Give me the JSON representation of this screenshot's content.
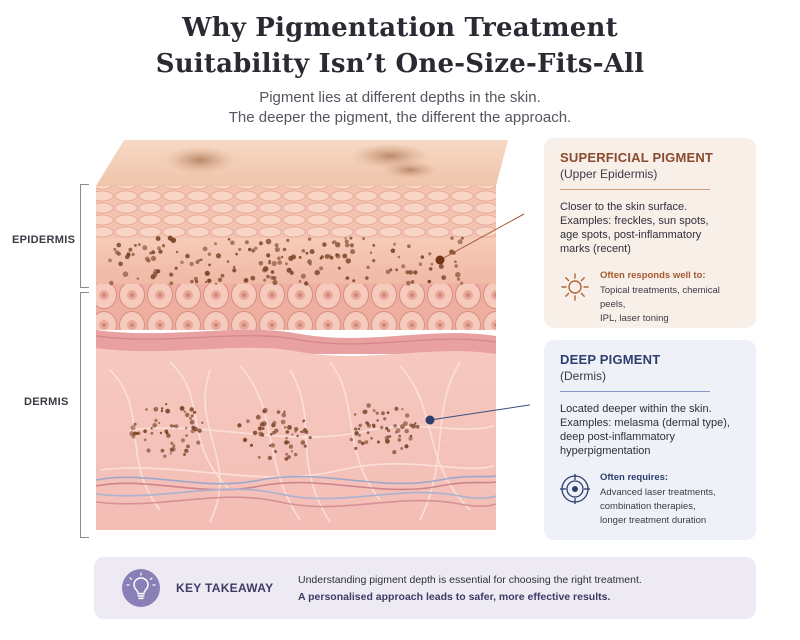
{
  "header": {
    "title_lines": [
      "Why Pigmentation Treatment",
      "Suitability Isn’t One-Size-Fits-All"
    ],
    "subtitle_lines": [
      "Pigment lies at different depths in the skin.",
      "The deeper the pigment, the different the approach."
    ]
  },
  "layers": {
    "epidermis_label": "EPIDERMIS",
    "dermis_label": "DERMIS"
  },
  "superficial": {
    "title": "SUPERFICIAL PIGMENT",
    "subtitle": "(Upper Epidermis)",
    "desc_lines": [
      "Closer to the skin surface.",
      "Examples: freckles, sun spots,",
      "age spots, post-inflammatory",
      "marks (recent)"
    ],
    "resp_label": "Often responds well to:",
    "resp_lines": [
      "Topical treatments, chemical peels,",
      "IPL, laser toning"
    ],
    "icon": "sun-icon"
  },
  "deep": {
    "title": "DEEP PIGMENT",
    "subtitle": "(Dermis)",
    "desc_lines": [
      "Located deeper within the skin.",
      "Examples: melasma (dermal type),",
      "deep post-inflammatory",
      "hyperpigmentation"
    ],
    "resp_label": "Often requires:",
    "resp_lines": [
      "Advanced laser treatments,",
      "combination therapies,",
      "longer treatment duration"
    ],
    "icon": "target-icon"
  },
  "takeaway": {
    "label": "KEY TAKEAWAY",
    "line1": "Understanding pigment depth is essential for choosing the right treatment.",
    "line2": "A personalised approach leads to safer, more effective results.",
    "icon": "lightbulb-icon"
  },
  "colors": {
    "superficial_accent": "#8a4a2e",
    "deep_accent": "#2e3f6e",
    "takeaway_bg": "#edeaf4",
    "pigment": "#7a4426"
  }
}
